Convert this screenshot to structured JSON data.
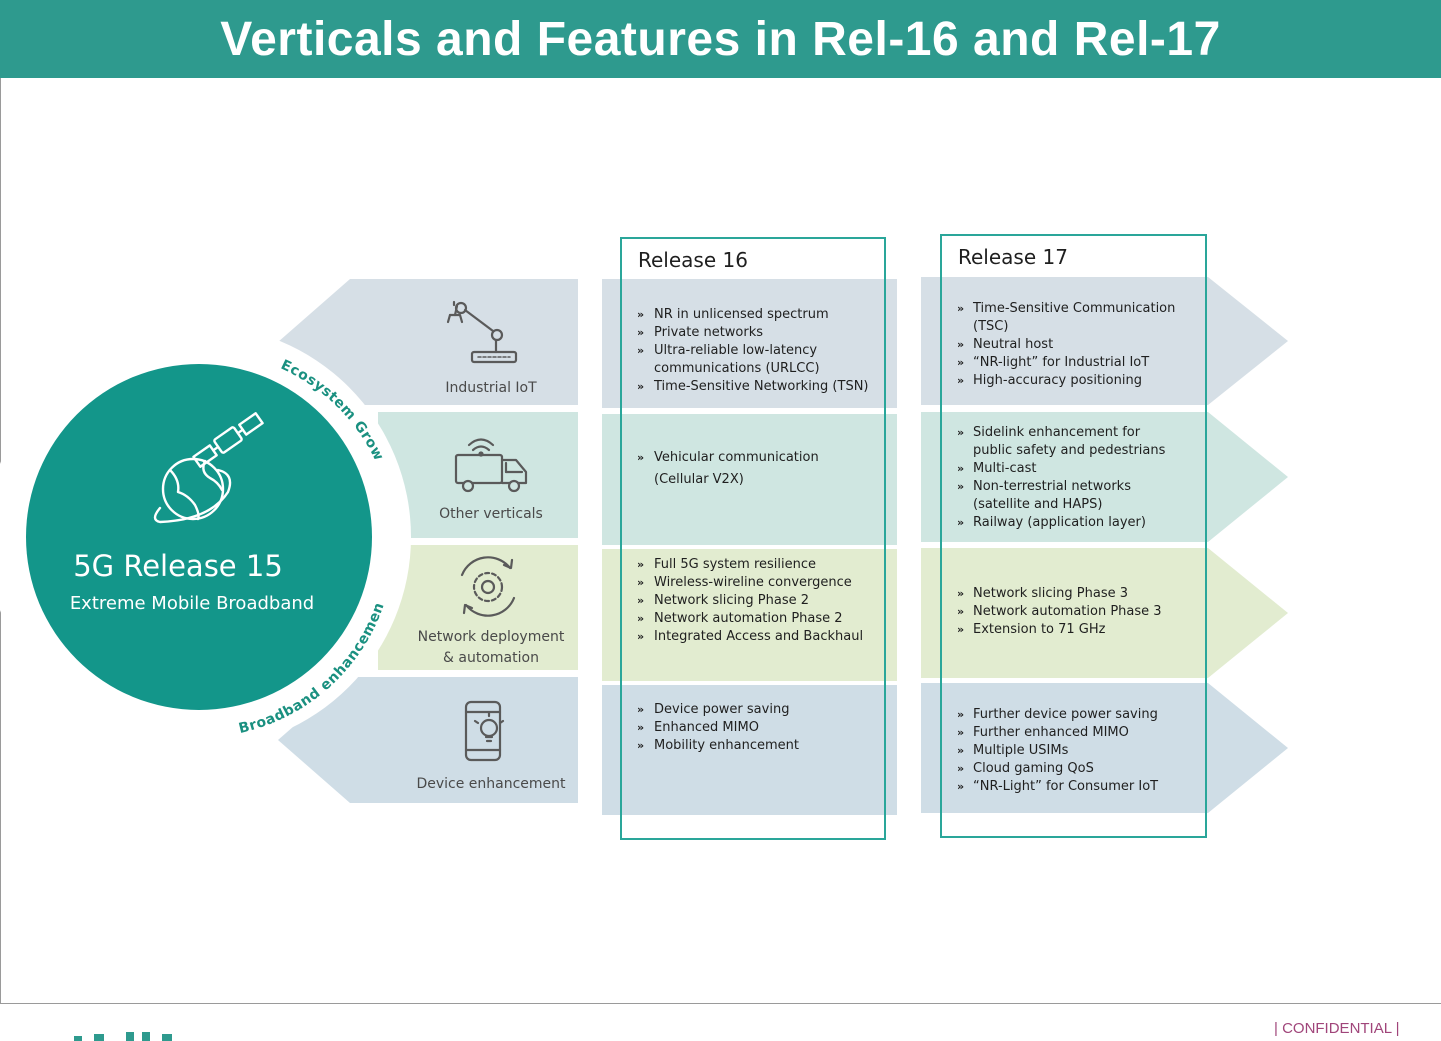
{
  "title": "Verticals and Features in Rel-16 and Rel-17",
  "footer": {
    "confidential": "| CONFIDENTIAL |"
  },
  "circle": {
    "title": "5G Release 15",
    "subtitle": "Extreme Mobile Broadband",
    "icon": "satellite-globe-icon",
    "arc_top": "Ecosystem Growth",
    "arc_bottom": "Broadband enhancement"
  },
  "colors": {
    "header": "#2e9a8e",
    "circle": "#13968a",
    "row_iot": "#d6dfe6",
    "row_other": "#cfe6e1",
    "row_network": "#e2ecd0",
    "row_device": "#cfdde6",
    "release_border": "#2aa69a",
    "confidential": "#a0457a"
  },
  "verticals": [
    {
      "icon": "robot-arm-icon",
      "lines": [
        "Industrial IoT"
      ]
    },
    {
      "icon": "delivery-truck-wifi-icon",
      "lines": [
        "Other verticals"
      ]
    },
    {
      "icon": "gear-cycle-icon",
      "lines": [
        "Network deployment",
        "& automation"
      ]
    },
    {
      "icon": "smartphone-bulb-icon",
      "lines": [
        "Device enhancement"
      ]
    }
  ],
  "releases": [
    {
      "title": "Release 16",
      "rows": [
        [
          "NR in unlicensed spectrum",
          "Private networks",
          "Ultra-reliable low-latency",
          "communications (URLCC)",
          "Time-Sensitive Networking (TSN)"
        ],
        [
          "Vehicular communication",
          "(Cellular V2X)"
        ],
        [
          "Full 5G system resilience",
          "Wireless-wireline convergence",
          "Network slicing Phase 2",
          "Network automation Phase 2",
          "Integrated Access and Backhaul"
        ],
        [
          "Device power saving",
          "Enhanced MIMO",
          "Mobility enhancement"
        ]
      ]
    },
    {
      "title": "Release 17",
      "rows": [
        [
          "Time-Sensitive Communication",
          "(TSC)",
          "Neutral host",
          "“NR-light” for Industrial IoT",
          "High-accuracy positioning"
        ],
        [
          "Sidelink enhancement for",
          "public safety and pedestrians",
          "Multi-cast",
          "Non-terrestrial networks",
          "(satellite and HAPS)",
          "Railway (application layer)"
        ],
        [
          "Network slicing Phase 3",
          "Network automation Phase 3",
          "Extension to 71 GHz"
        ],
        [
          "Further device power saving",
          "Further enhanced MIMO",
          "Multiple USIMs",
          "Cloud gaming QoS",
          "“NR-Light” for Consumer IoT"
        ]
      ]
    }
  ]
}
